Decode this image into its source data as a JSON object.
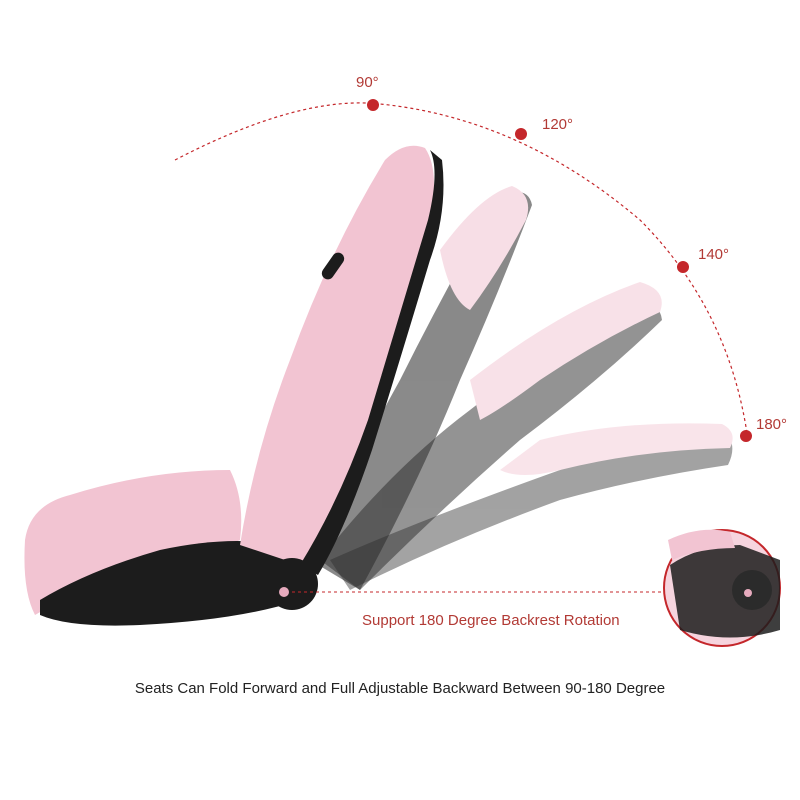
{
  "angles": [
    "90°",
    "120°",
    "140°",
    "180°"
  ],
  "callout_text": "Support 180 Degree Backrest Rotation",
  "caption_text": "Seats Can Fold Forward and Full Adjustable Backward Between 90-180 Degree",
  "colors": {
    "accent_red": "#c4272b",
    "seat_pink": "#f2c4d2",
    "seat_pink_dark": "#e6aabd",
    "frame_black": "#1c1c1c"
  }
}
